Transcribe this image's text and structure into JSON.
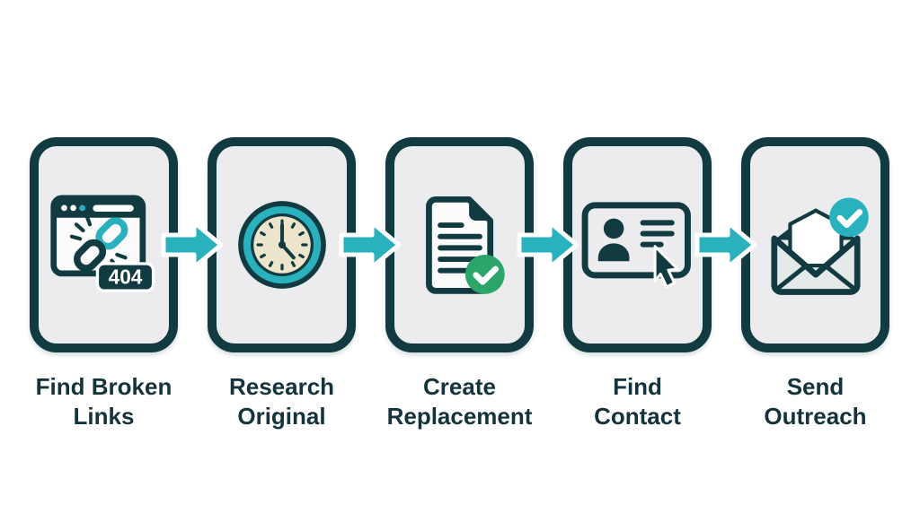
{
  "diagram": {
    "type": "process-flow",
    "colors": {
      "card_border": "#113b41",
      "card_background": "#ececee",
      "accent_teal": "#29b2bd",
      "success_green": "#2ba56a",
      "clock_face_cream": "#ece4cb",
      "label_text": "#14333c",
      "page_background": "#ffffff"
    },
    "connector": "arrow-right",
    "steps": [
      {
        "icon": "broken-link-browser-icon",
        "badge": "404",
        "label": {
          "line1": "Find Broken",
          "line2": "Links"
        }
      },
      {
        "icon": "clock-icon",
        "label": {
          "line1": "Research",
          "line2": "Original"
        }
      },
      {
        "icon": "document-check-icon",
        "label": {
          "line1": "Create",
          "line2": "Replacement"
        }
      },
      {
        "icon": "contact-card-cursor-icon",
        "label": {
          "line1": "Find",
          "line2": "Contact"
        }
      },
      {
        "icon": "envelope-check-icon",
        "label": {
          "line1": "Send",
          "line2": "Outreach"
        }
      }
    ]
  }
}
